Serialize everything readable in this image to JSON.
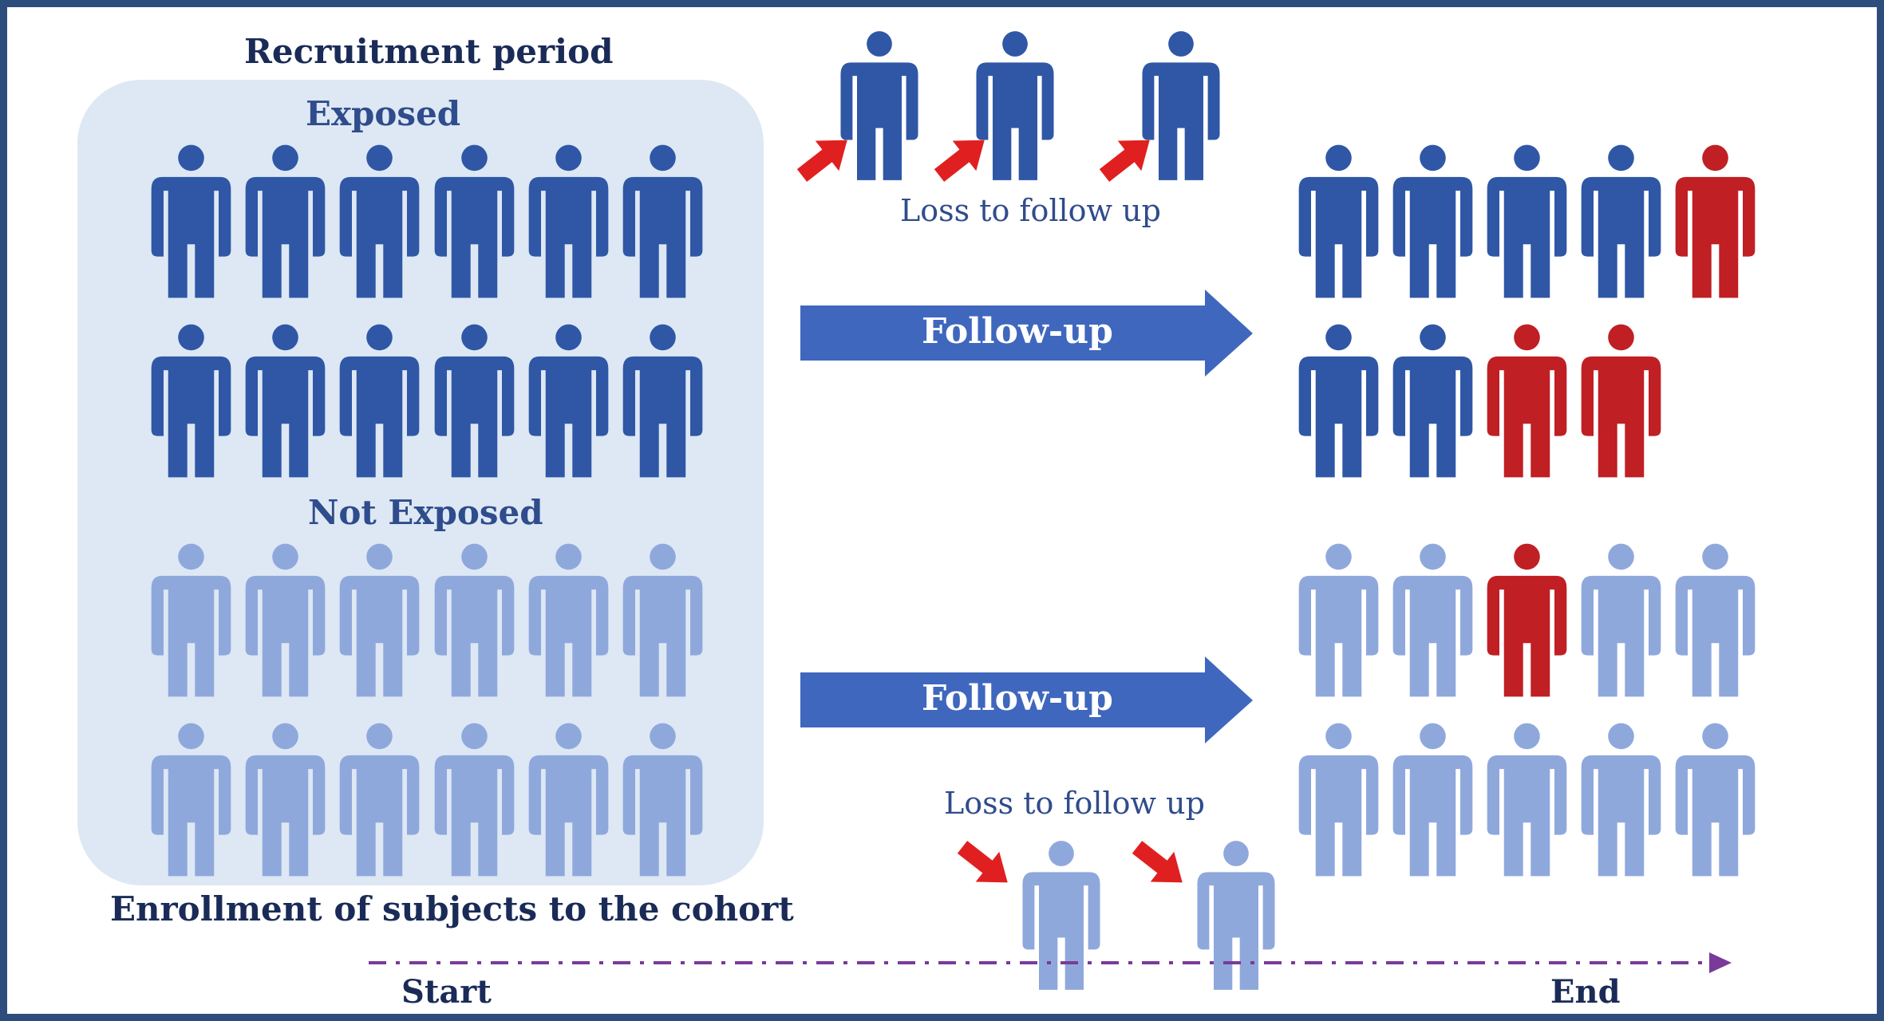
{
  "texts": {
    "recruitment": "Recruitment period",
    "exposed": "Exposed",
    "not_exposed": "Not Exposed",
    "enrollment": "Enrollment of subjects to the cohort",
    "loss_top": "Loss to follow up",
    "loss_bottom": "Loss to follow up",
    "follow_up_top": "Follow-up",
    "follow_up_bottom": "Follow-up",
    "start": "Start",
    "end": "End"
  },
  "colors": {
    "exposed": "#2f57a5",
    "not_exposed": "#8fa8dc",
    "outcome": "#c01f24",
    "panel": "#dde8f4",
    "arrow": "#3f67bd",
    "loss_arrow": "#e02020",
    "timeline": "#7a3a9a",
    "frame": "#2d4d7c"
  },
  "groups": {
    "exposed_enrolled": 12,
    "not_exposed_enrolled": 12,
    "exposed_lost": 3,
    "not_exposed_lost": 2,
    "exposed_outcome_rows": [
      [
        "no",
        "no",
        "no",
        "no",
        "yes"
      ],
      [
        "no",
        "no",
        "yes",
        "yes"
      ]
    ],
    "not_exposed_outcome_rows": [
      [
        "no",
        "no",
        "yes",
        "no",
        "no"
      ],
      [
        "no",
        "no",
        "no",
        "no",
        "no"
      ]
    ]
  }
}
